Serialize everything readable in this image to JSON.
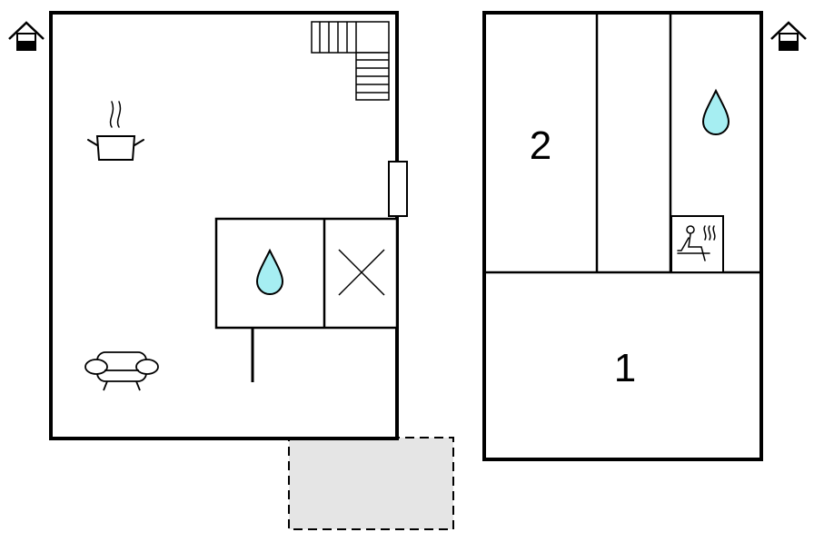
{
  "floor_plan": {
    "colors": {
      "wall": "#000000",
      "water": "#a6eef2",
      "terrace": "#e5e5e5",
      "background": "#ffffff"
    },
    "ground_floor": {
      "entrance_icon": "house-entrance-icon",
      "fixtures": [
        "stairs-icon",
        "kitchen-pot-icon",
        "water-drop-icon",
        "toilet-x-icon",
        "sofa-icon",
        "door"
      ],
      "terrace": "dashed-outline"
    },
    "upper_floor": {
      "entrance_icon": "house-entrance-icon",
      "rooms": [
        {
          "label": "2"
        },
        {
          "label": "1"
        }
      ],
      "fixtures": [
        "water-drop-icon",
        "sauna-icon"
      ]
    }
  }
}
